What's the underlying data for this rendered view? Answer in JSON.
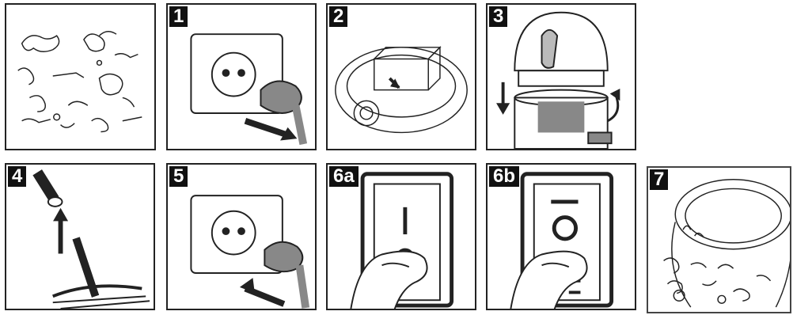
{
  "steps": [
    {
      "id": "scene",
      "label": ""
    },
    {
      "id": "1",
      "label": "1"
    },
    {
      "id": "2",
      "label": "2"
    },
    {
      "id": "3",
      "label": "3"
    },
    {
      "id": "4",
      "label": "4"
    },
    {
      "id": "5",
      "label": "5"
    },
    {
      "id": "6a",
      "label": "6a"
    },
    {
      "id": "6b",
      "label": "6b"
    },
    {
      "id": "7",
      "label": "7"
    }
  ],
  "colors": {
    "line": "#222222",
    "shade": "#888888"
  },
  "icons": [
    "debris-illustration",
    "plug-in-icon",
    "filter-icon",
    "lid-latch-icon",
    "hose-floor-tool-icon",
    "plug-out-icon",
    "switch-on-icon",
    "switch-off-icon",
    "tank-debris-icon"
  ]
}
